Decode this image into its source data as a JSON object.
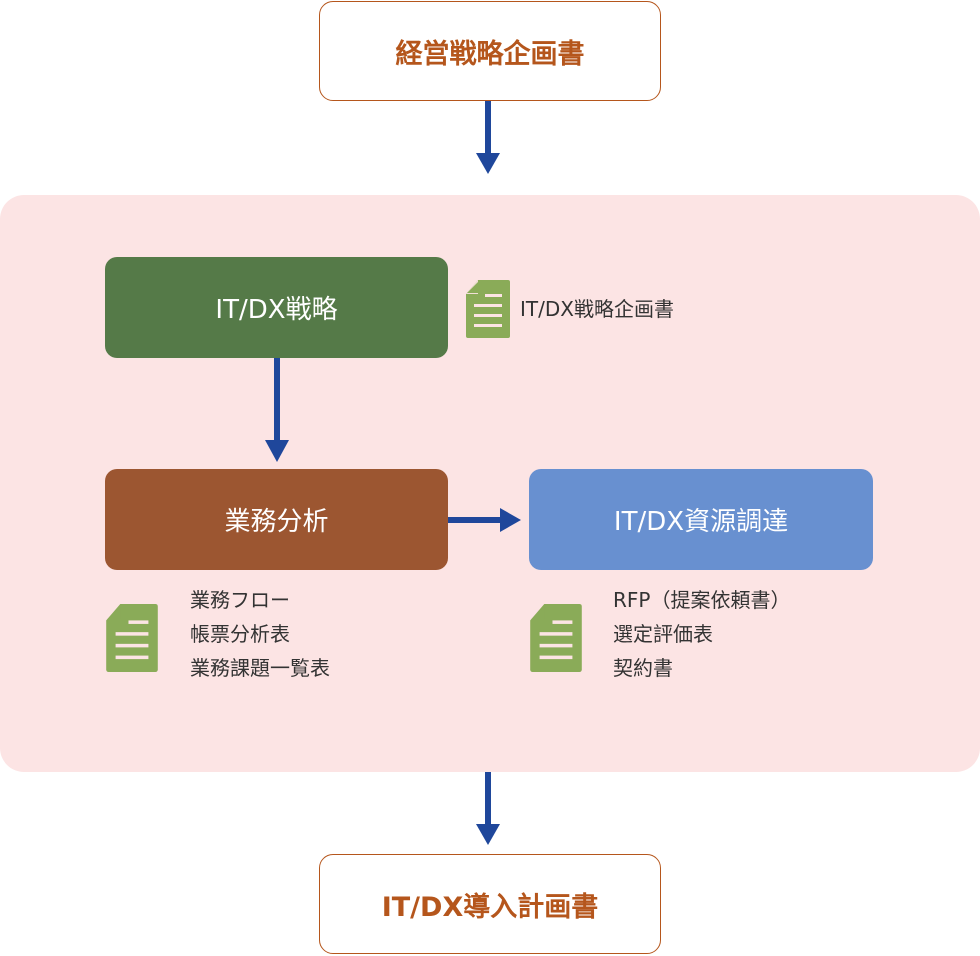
{
  "input_document": {
    "label": "経営戦略企画書"
  },
  "process_area": {
    "steps": [
      {
        "id": "strategy",
        "label": "IT/DX戦略",
        "color": "#557a48",
        "outputs": [
          "IT/DX戦略企画書"
        ]
      },
      {
        "id": "analysis",
        "label": "業務分析",
        "color": "#9c5631",
        "outputs": [
          "業務フロー",
          "帳票分析表",
          "業務課題一覧表"
        ]
      },
      {
        "id": "procurement",
        "label": "IT/DX資源調達",
        "color": "#6890d0",
        "outputs": [
          "RFP（提案依頼書）",
          "選定評価表",
          "契約書"
        ]
      }
    ],
    "background_color": "#fce4e4"
  },
  "output_document": {
    "label": "IT/DX導入計画書"
  },
  "colors": {
    "document_border": "#b5561c",
    "arrow": "#1f479b",
    "doc_icon": "#8aab58"
  }
}
